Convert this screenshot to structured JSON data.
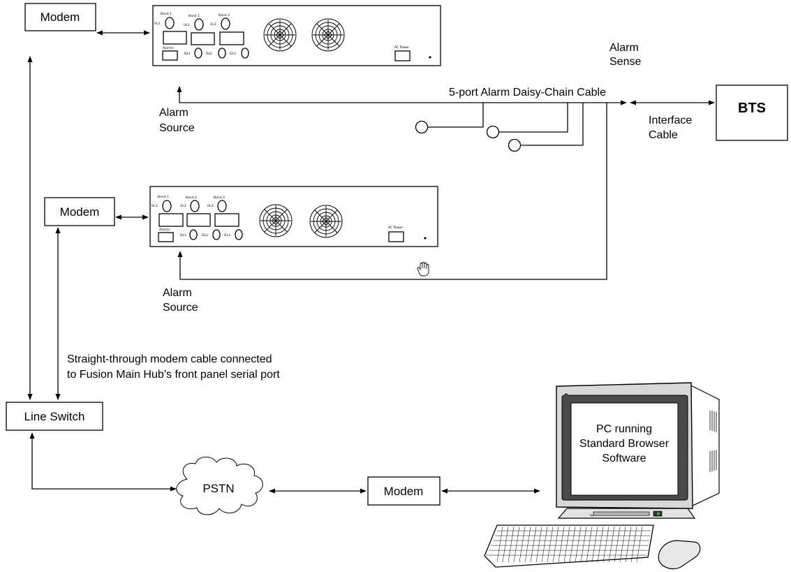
{
  "nodes": {
    "modem_top": "Modem",
    "modem_mid": "Modem",
    "modem_bottom": "Modem",
    "line_switch": "Line Switch",
    "pstn": "PSTN",
    "bts": "BTS",
    "pc_line1": "PC running",
    "pc_line2": "Standard Browser",
    "pc_line3": "Software"
  },
  "labels": {
    "alarm_sense_1": "Alarm",
    "alarm_sense_2": "Sense",
    "daisy_chain": "5-port Alarm Daisy-Chain Cable",
    "interface_1": "Interface",
    "interface_2": "Cable",
    "alarm_source_top_1": "Alarm",
    "alarm_source_top_2": "Source",
    "alarm_source_mid_1": "Alarm",
    "alarm_source_mid_2": "Source",
    "modem_cable_1": "Straight-through modem cable connected",
    "modem_cable_2": "to Fusion Main Hub’s front panel serial port"
  },
  "hub_panel": {
    "band1": "Band 1",
    "band2": "Band 2",
    "band3": "Band 3",
    "ul1": "UL1",
    "ul2": "UL2",
    "ul3": "UL3",
    "dl1": "DL1",
    "dl2": "DL2",
    "dl3": "DL3",
    "alarms": "Alarms",
    "ac_power": "AC Power"
  }
}
